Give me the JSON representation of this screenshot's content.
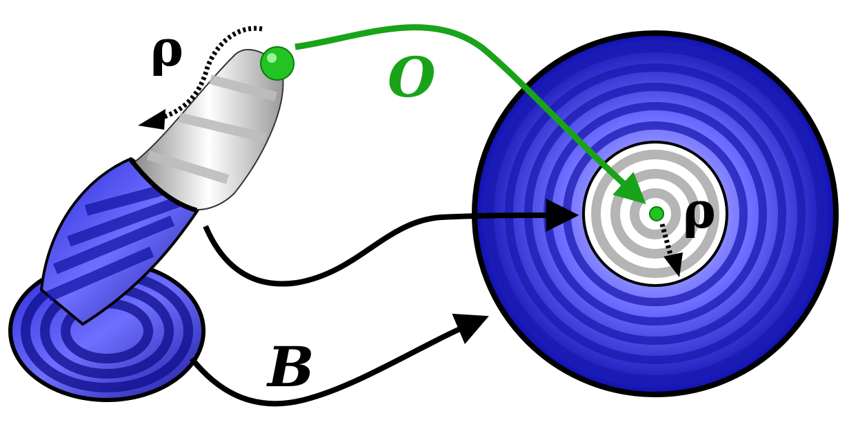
{
  "labels": {
    "rho_top": "ρ",
    "rho_right": "ρ",
    "O": "O",
    "B": "B"
  },
  "colors": {
    "green": "#19a319",
    "green_dot": "#22c322",
    "blue_dark": "#1f1fc8",
    "blue_mid": "#4646ee",
    "blue_light": "#8c8cff",
    "silver_light": "#f2f2f2",
    "silver_dark": "#b5b5b5",
    "black": "#000000"
  }
}
